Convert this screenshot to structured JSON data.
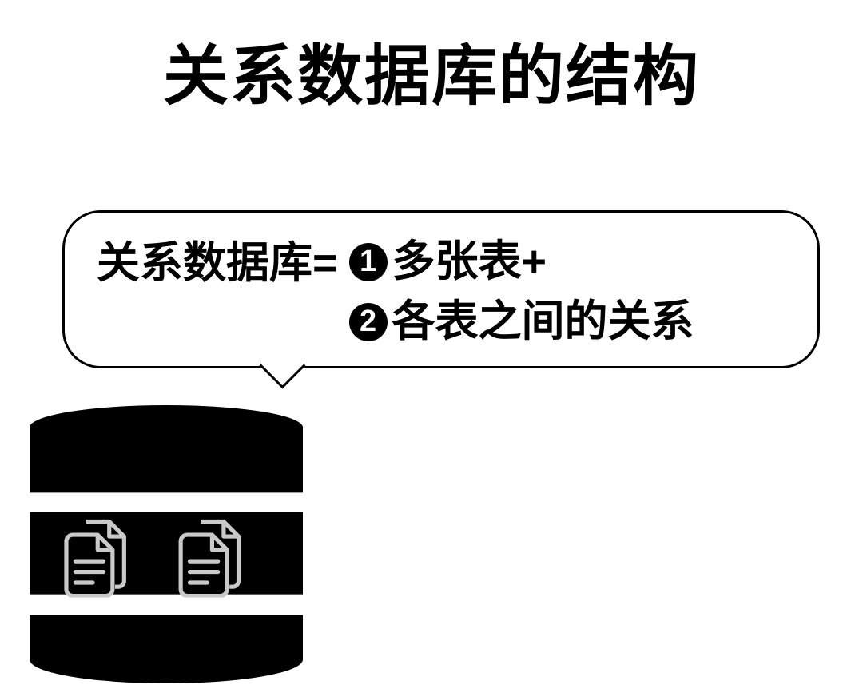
{
  "slide": {
    "title": "关系数据库的结构"
  },
  "bubble": {
    "label": "关系数据库=",
    "items": [
      {
        "num": "1",
        "text": "多张表+"
      },
      {
        "num": "2",
        "text": "各表之间的关系"
      }
    ]
  },
  "icons": {
    "database": "database-cylinder-icon",
    "documents": "document-stack-icon",
    "badge": "filled-circle-number-icon"
  },
  "colors": {
    "ink": "#000000",
    "background": "#ffffff",
    "document_outline": "#c9c9c9"
  }
}
